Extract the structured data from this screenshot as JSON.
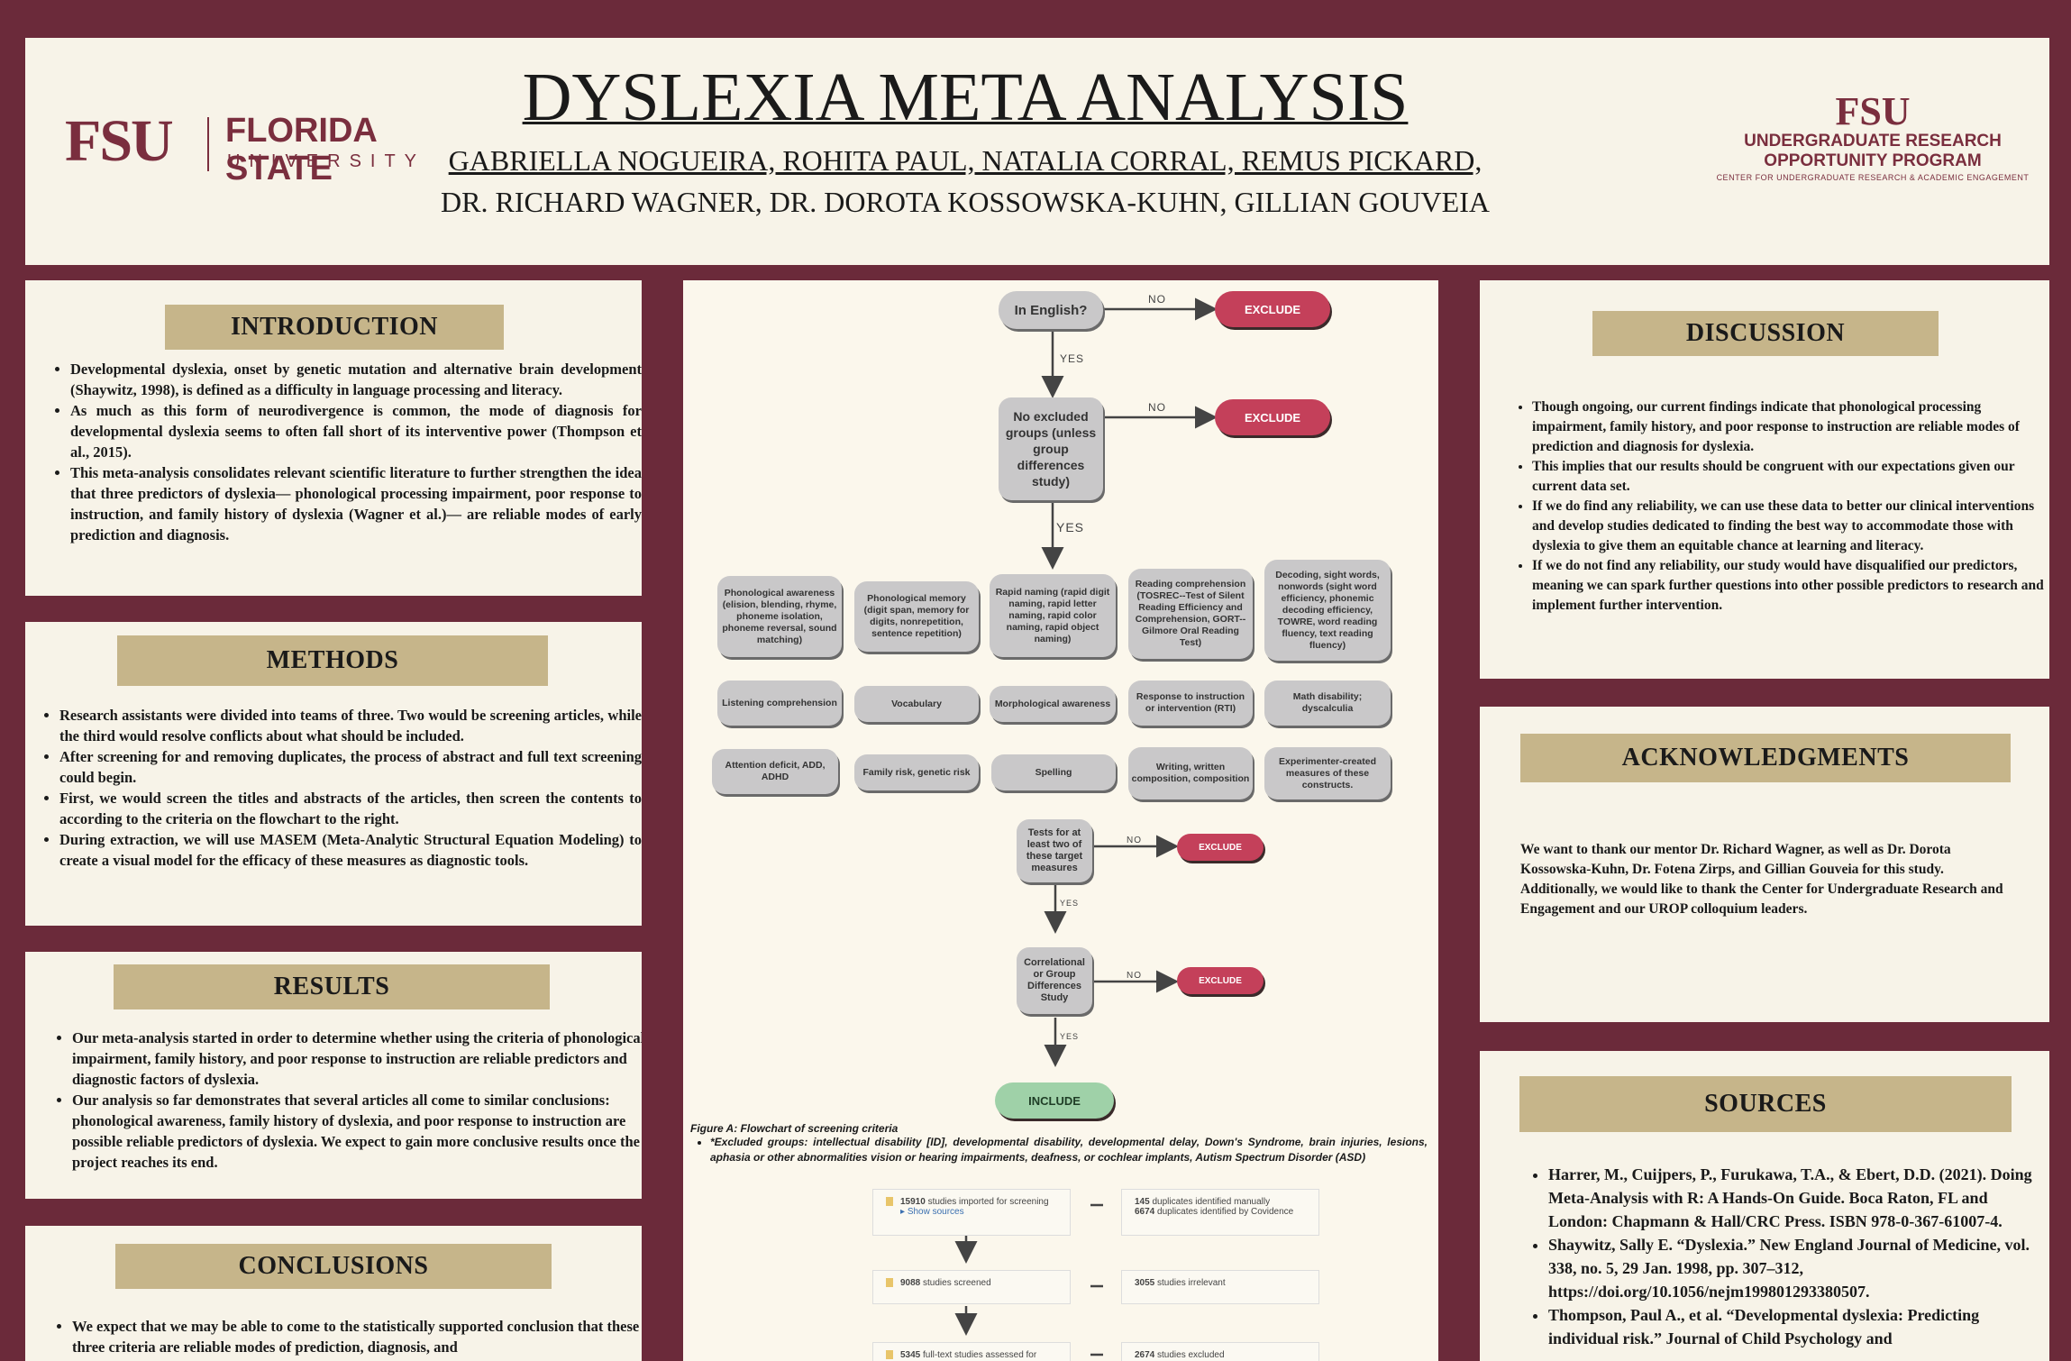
{
  "header": {
    "fsu_mark": "FSU",
    "fsu_name": "FLORIDA STATE",
    "fsu_sub": "UNIVERSITY",
    "title": "DYSLEXIA META ANALYSIS",
    "authors_line1": "GABRIELLA NOGUEIRA, ROHITA PAUL, NATALIA CORRAL, REMUS PICKARD,",
    "authors_line2": "DR. RICHARD WAGNER, DR. DOROTA KOSSOWSKA-KUHN, GILLIAN GOUVEIA",
    "urop_mark": "FSU",
    "urop_line1": "UNDERGRADUATE RESEARCH",
    "urop_line2": "OPPORTUNITY PROGRAM",
    "urop_line3": "CENTER FOR UNDERGRADUATE RESEARCH & ACADEMIC ENGAGEMENT"
  },
  "introduction": {
    "title": "INTRODUCTION",
    "items": [
      "Developmental dyslexia, onset by genetic mutation and alternative brain development (Shaywitz, 1998), is defined as a difficulty in language processing and literacy.",
      "As much as this form of neurodivergence is common, the mode of diagnosis for developmental dyslexia seems to often fall short of its interventive power (Thompson et al., 2015).",
      "This meta-analysis consolidates relevant scientific literature to further strengthen the idea that three predictors of dyslexia— phonological processing impairment, poor response to instruction, and family history of dyslexia (Wagner et al.)— are reliable modes of early prediction and diagnosis."
    ]
  },
  "methods": {
    "title": "METHODS",
    "items": [
      "Research assistants were divided into teams of three. Two would be screening articles, while the third would resolve conflicts about what should be included.",
      "After screening for and removing duplicates, the process of abstract and full text screening could begin.",
      "First, we would screen the titles and abstracts of the articles, then screen the contents to according to the criteria on the flowchart to the right.",
      "During extraction, we will use MASEM (Meta-Analytic Structural Equation Modeling) to create a visual model for the efficacy of these measures as diagnostic tools."
    ]
  },
  "results": {
    "title": "RESULTS",
    "items": [
      "Our meta-analysis started in order to determine whether using the criteria of phonological impairment, family history, and poor response to instruction are reliable predictors and diagnostic factors of dyslexia.",
      "Our analysis so far demonstrates that several articles all come to similar conclusions: phonological awareness, family history of dyslexia, and poor response to instruction are possible reliable predictors of dyslexia. We expect to gain more conclusive results once the project reaches its end."
    ]
  },
  "conclusions": {
    "title": "CONCLUSIONS",
    "items": [
      "We expect that we may be able to come to the statistically supported conclusion that these three criteria are reliable modes of prediction, diagnosis, and"
    ]
  },
  "flowchart": {
    "q1": "In English?",
    "q2": "No excluded groups (unless group differences study)",
    "q3": "Tests for at least two of these target measures",
    "q4": "Correlational or Group Differences Study",
    "no": "NO",
    "yes": "YES",
    "exclude": "EXCLUDE",
    "include": "INCLUDE",
    "measures": [
      "Phonological awareness (elision, blending, rhyme, phoneme isolation, phoneme reversal, sound matching)",
      "Phonological memory (digit span, memory for digits, nonrepetition, sentence repetition)",
      "Rapid naming (rapid digit naming, rapid letter naming, rapid color naming, rapid object naming)",
      "Reading comprehension (TOSREC--Test of Silent Reading Efficiency and Comprehension, GORT--Gilmore Oral Reading Test)",
      "Decoding, sight words, nonwords (sight word efficiency, phonemic decoding efficiency, TOWRE, word reading fluency, text reading fluency)",
      "Listening comprehension",
      "Vocabulary",
      "Morphological awareness",
      "Response to instruction or intervention (RTI)",
      "Math disability; dyscalculia",
      "Attention deficit, ADD, ADHD",
      "Family risk, genetic risk",
      "Spelling",
      "Writing, written composition, composition",
      "Experimenter-created measures of these constructs."
    ],
    "caption": "Figure A: Flowchart of screening criteria",
    "caption_note": "*Excluded groups: intellectual disability [ID], developmental disability, developmental delay, Down's Syndrome, brain injuries, lesions, aphasia or other abnormalities vision or hearing impairments, deafness, or cochlear implants, Autism Spectrum Disorder (ASD)"
  },
  "prisma": {
    "r1_left_num": "15910",
    "r1_left_text": "studies imported for screening",
    "r1_left_link": "Show sources",
    "r1_right_num1": "145",
    "r1_right_text1": "duplicates identified manually",
    "r1_right_num2": "6674",
    "r1_right_text2": "duplicates identified by Covidence",
    "r2_left_num": "9088",
    "r2_left_text": "studies screened",
    "r2_right_num": "3055",
    "r2_right_text": "studies irrelevant",
    "r3_left_num": "5345",
    "r3_left_text": "full-text studies assessed for",
    "r3_right_num": "2674",
    "r3_right_text": "studies excluded"
  },
  "discussion": {
    "title": "DISCUSSION",
    "items": [
      "Though ongoing, our current findings indicate that phonological processing impairment, family history, and poor response to instruction are reliable modes of prediction and diagnosis for dyslexia.",
      "This implies that our results should be congruent with our expectations given our current data set.",
      "If we do find any reliability, we can use these data to better our clinical interventions and develop studies dedicated to finding the best way to accommodate those with dyslexia to give them an equitable chance at learning and literacy.",
      "If we do not find any reliability, our study would have disqualified our predictors, meaning we can spark further questions into other possible predictors to research and implement further intervention."
    ]
  },
  "acknowledgments": {
    "title": "ACKNOWLEDGMENTS",
    "text": "We want to thank our mentor Dr. Richard Wagner, as well as Dr. Dorota Kossowska-Kuhn, Dr. Fotena Zirps, and Gillian Gouveia for this study. Additionally, we would like to thank the Center for Undergraduate Research and Engagement and our UROP colloquium leaders."
  },
  "sources": {
    "title": "SOURCES",
    "items": [
      "Harrer, M., Cuijpers, P., Furukawa, T.A., & Ebert, D.D. (2021). Doing Meta-Analysis with R: A Hands-On Guide. Boca Raton, FL and London: Chapmann & Hall/CRC Press. ISBN 978-0-367-61007-4.",
      "Shaywitz, Sally E. “Dyslexia.” New England Journal of Medicine, vol. 338, no. 5, 29 Jan. 1998, pp. 307–312, https://doi.org/10.1056/nejm199801293380507.",
      "Thompson, Paul A., et al. “Developmental dyslexia: Predicting individual risk.” Journal of Child Psychology and"
    ]
  },
  "colors": {
    "background": "#6b2a3a",
    "panel": "#f7f3e8",
    "section_band": "#c6b58a",
    "exclude": "#c4405a",
    "include": "#9fd1a8",
    "brand": "#7a2e3e"
  }
}
